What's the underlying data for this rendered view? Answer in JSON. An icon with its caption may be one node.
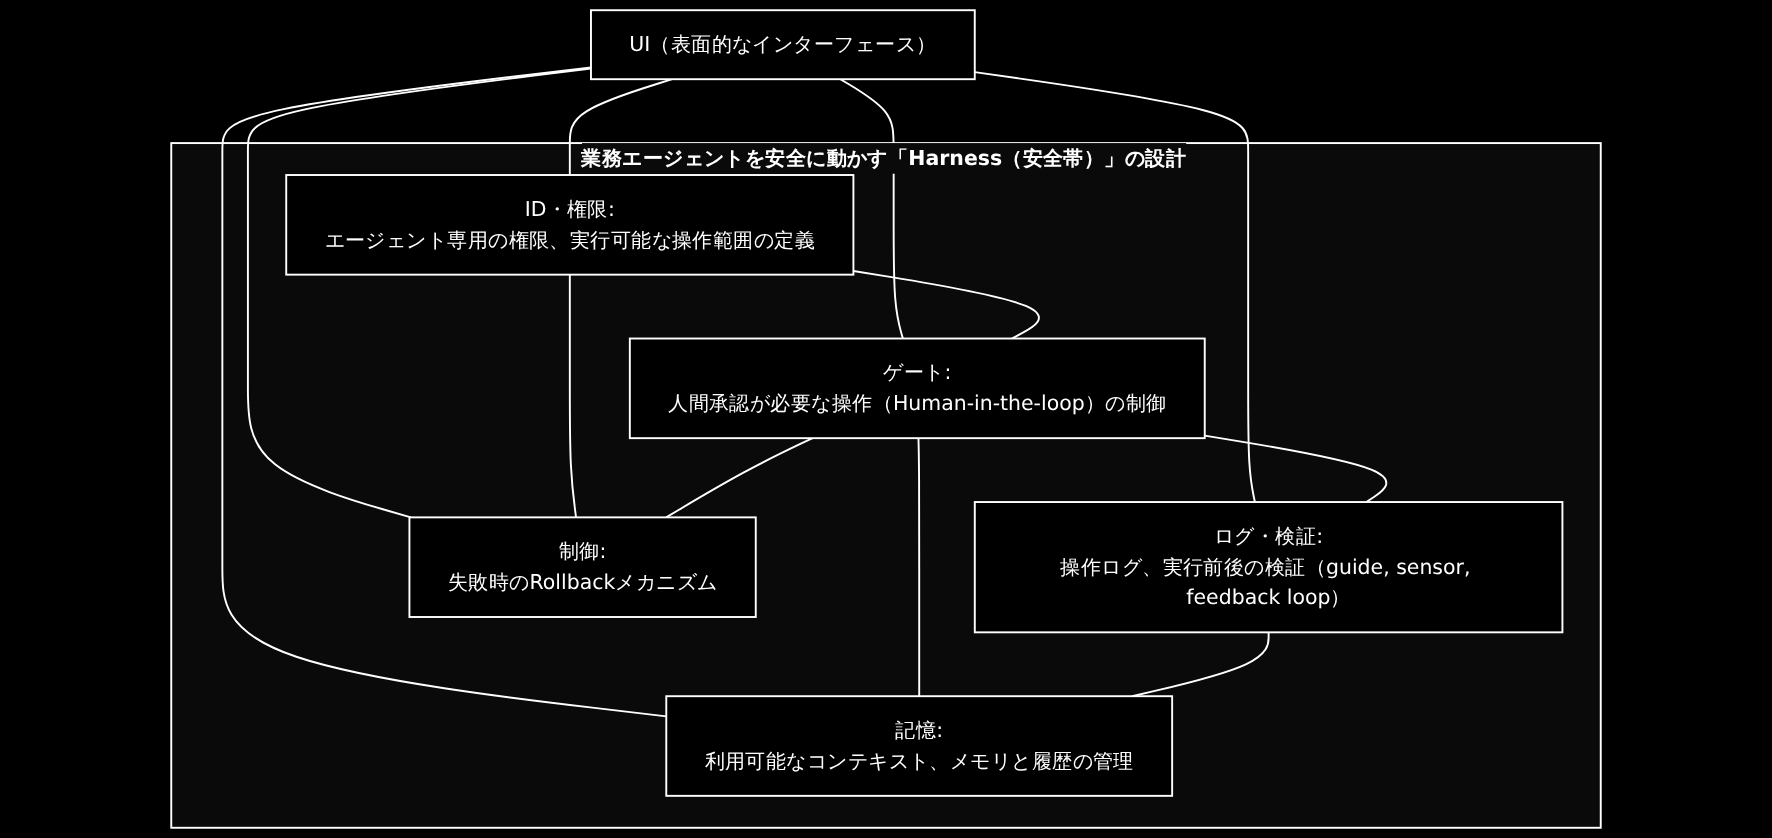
{
  "diagram": {
    "nodes": [
      {
        "text": [
          "UI（表面的なインターフェース）"
        ]
      },
      {
        "text": [
          "業務エージェントを安全に動かす「Harness（安全帯）」の設計"
        ]
      },
      {
        "text": [
          "ID・権限:",
          "エージェント専用の権限、実行可能な操作範囲の定義"
        ],
        "in": 1
      },
      {
        "text": [
          "ゲート:",
          "人間承認が必要な操作（Human-in-the-loop）の制御"
        ],
        "in": 1
      },
      {
        "text": [
          "ログ・検証:",
          "操作ログ、実行前後の検証（guide, sensor, feedback loop）"
        ],
        "in": 1
      },
      {
        "text": [
          "制御:",
          "失敗時のRollbackメカニズム"
        ],
        "in": 1
      },
      {
        "text": [
          "記憶:",
          "利用可能なコンテキスト、メモリと履歴の管理"
        ],
        "in": 1
      }
    ],
    "edges": [
      {
        "from": 0,
        "to": 2,
        "arrow": "none"
      },
      {
        "from": 0,
        "to": 5,
        "arrow": "none"
      },
      {
        "from": 0,
        "to": 3,
        "arrow": "none"
      },
      {
        "from": 0,
        "to": 6,
        "arrow": "none"
      },
      {
        "from": 0,
        "to": 4,
        "arrow": "none"
      },
      {
        "from": 2,
        "to": 3,
        "arrow": "none"
      },
      {
        "from": 3,
        "to": 4,
        "arrow": "none"
      },
      {
        "from": 2,
        "to": 5,
        "arrow": "none"
      },
      {
        "from": 3,
        "to": 5,
        "arrow": "none"
      },
      {
        "from": 3,
        "to": 6,
        "arrow": "none"
      },
      {
        "from": 4,
        "to": 6,
        "arrow": "none"
      }
    ]
  }
}
